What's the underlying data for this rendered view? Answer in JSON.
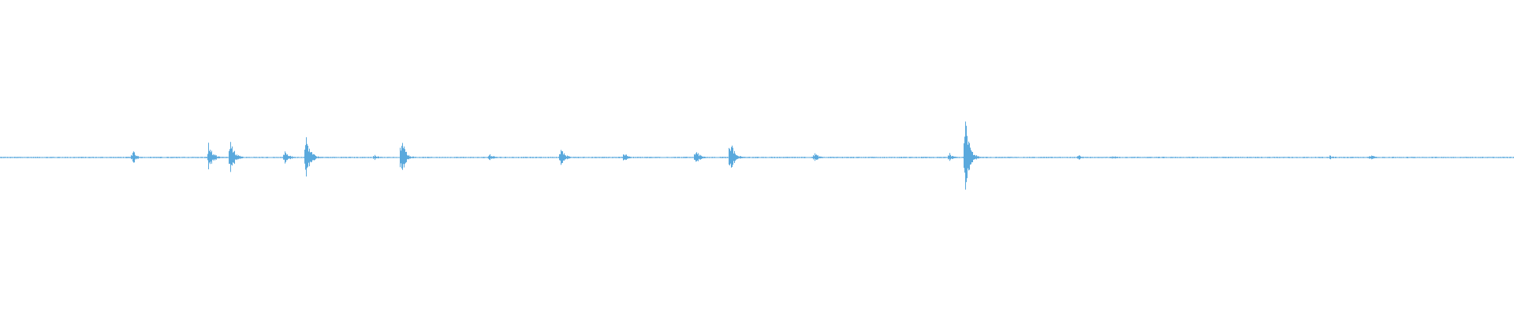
{
  "waveform": {
    "color": "#5aa9dd",
    "background": "#ffffff",
    "baseline_amplitude": 0.004,
    "events": [
      {
        "t": 0.0875,
        "amp": 0.05
      },
      {
        "t": 0.1375,
        "amp": 0.1
      },
      {
        "t": 0.152,
        "amp": 0.12
      },
      {
        "t": 0.188,
        "amp": 0.05
      },
      {
        "t": 0.202,
        "amp": 0.16
      },
      {
        "t": 0.247,
        "amp": 0.02
      },
      {
        "t": 0.265,
        "amp": 0.14
      },
      {
        "t": 0.323,
        "amp": 0.03
      },
      {
        "t": 0.37,
        "amp": 0.07
      },
      {
        "t": 0.412,
        "amp": 0.04
      },
      {
        "t": 0.459,
        "amp": 0.06
      },
      {
        "t": 0.482,
        "amp": 0.13
      },
      {
        "t": 0.538,
        "amp": 0.03
      },
      {
        "t": 0.627,
        "amp": 0.03
      },
      {
        "t": 0.637,
        "amp": 0.3
      },
      {
        "t": 0.712,
        "amp": 0.02
      },
      {
        "t": 0.735,
        "amp": 0.015
      },
      {
        "t": 0.878,
        "amp": 0.015
      },
      {
        "t": 0.905,
        "amp": 0.02
      }
    ]
  }
}
